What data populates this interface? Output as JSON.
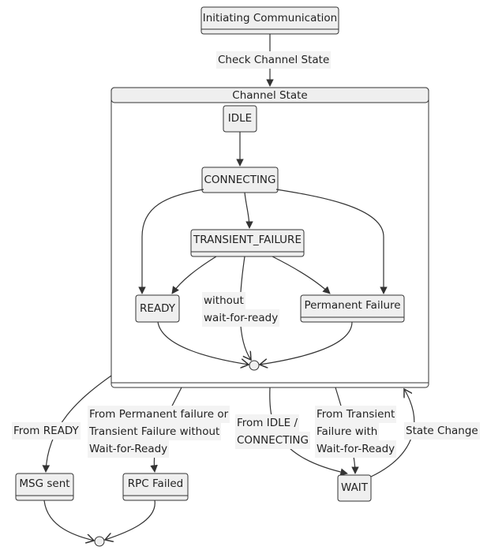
{
  "colors": {
    "node_fill": "#efefef",
    "node_stroke": "#333333",
    "edge_stroke": "#333333",
    "label_bg": "#f3f3f3",
    "background": "#ffffff"
  },
  "states": {
    "initiating": "Initiating Communication",
    "channel_state": "Channel State",
    "idle": "IDLE",
    "connecting": "CONNECTING",
    "transient_failure": "TRANSIENT_FAILURE",
    "ready": "READY",
    "permanent_failure": "Permanent Failure",
    "msg_sent": "MSG sent",
    "rpc_failed": "RPC Failed",
    "wait": "WAIT"
  },
  "edge_labels": {
    "check_channel_state": "Check Channel State",
    "without_wait_line1": "without",
    "without_wait_line2": "wait-for-ready",
    "from_ready": "From READY",
    "from_permanent_line1": "From Permanent failure or",
    "from_permanent_line2": "Transient Failure without",
    "from_permanent_line3": "Wait-for-Ready",
    "from_idle_line1": "From IDLE /",
    "from_idle_line2": "CONNECTING",
    "from_transient_line1": "From Transient",
    "from_transient_line2": "Failure with",
    "from_transient_line3": "Wait-for-Ready",
    "state_change": "State Change"
  }
}
